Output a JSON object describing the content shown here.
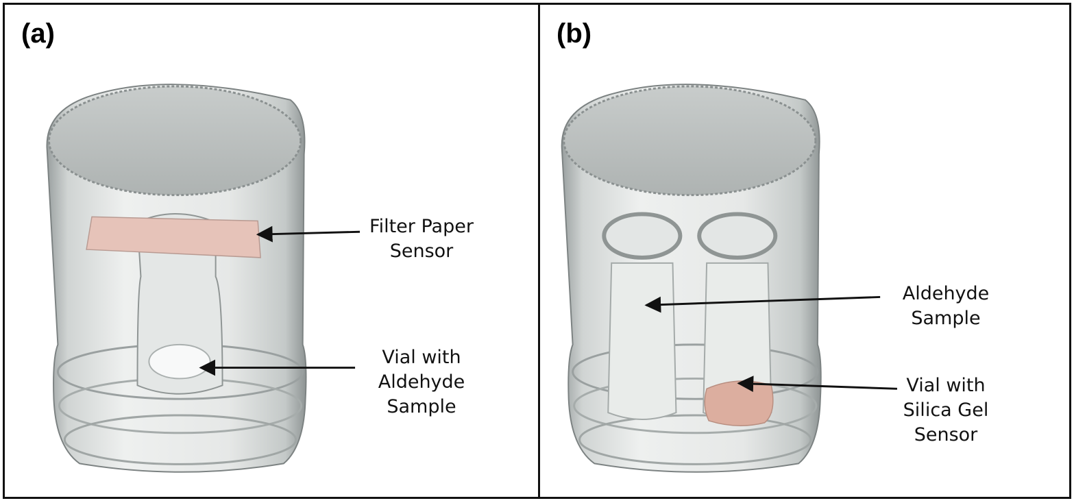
{
  "panels": [
    {
      "label": "(a)",
      "annotations": [
        {
          "text": "Filter Paper\nSensor"
        },
        {
          "text": "Vial with\nAldehyde\nSample"
        }
      ]
    },
    {
      "label": "(b)",
      "annotations": [
        {
          "text": "Aldehyde\nSample"
        },
        {
          "text": "Vial with\nSilica Gel\nSensor"
        }
      ]
    }
  ],
  "colors": {
    "border": "#111111",
    "glass": "#d9dcdb",
    "sensor": "#e2b8ad",
    "text": "#111111"
  }
}
